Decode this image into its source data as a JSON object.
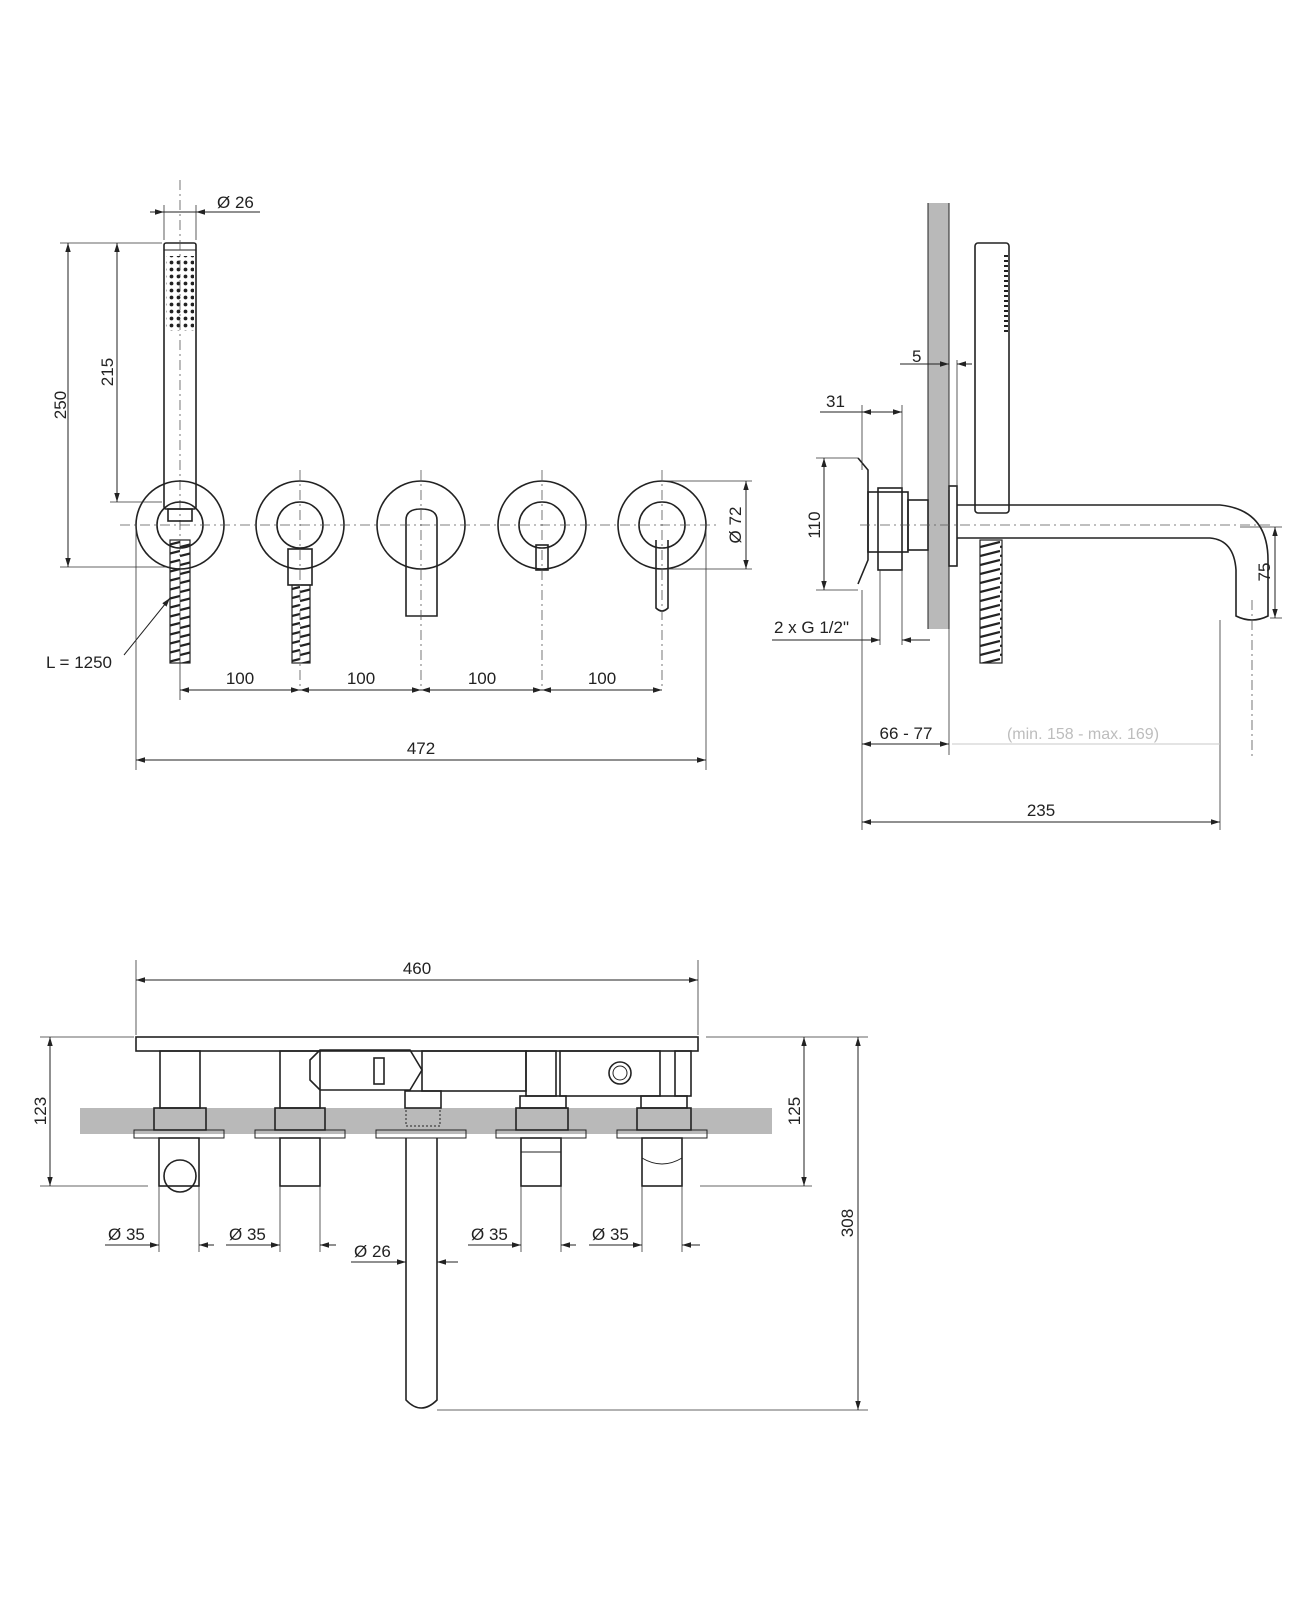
{
  "front_view": {
    "d_handshower": "Ø 26",
    "h_total": "250",
    "h_handle": "215",
    "d_rosette": "Ø 72",
    "hose_length": "L = 1250",
    "spacings": [
      "100",
      "100",
      "100",
      "100"
    ],
    "width_total": "472"
  },
  "side_view": {
    "wall_gap": "5",
    "depth_body": "31",
    "h_body": "110",
    "connection": "2 x G 1/2\"",
    "spout_drop": "75",
    "install_depth": "66 - 77",
    "spout_range": "(min. 158 - max. 169)",
    "total_depth": "235"
  },
  "top_view": {
    "width": "460",
    "depth_left": "123",
    "depth_right": "125",
    "total_depth": "308",
    "d_left1": "Ø 35",
    "d_left2": "Ø 35",
    "d_spout": "Ø 26",
    "d_right1": "Ø 35",
    "d_right2": "Ø 35"
  }
}
